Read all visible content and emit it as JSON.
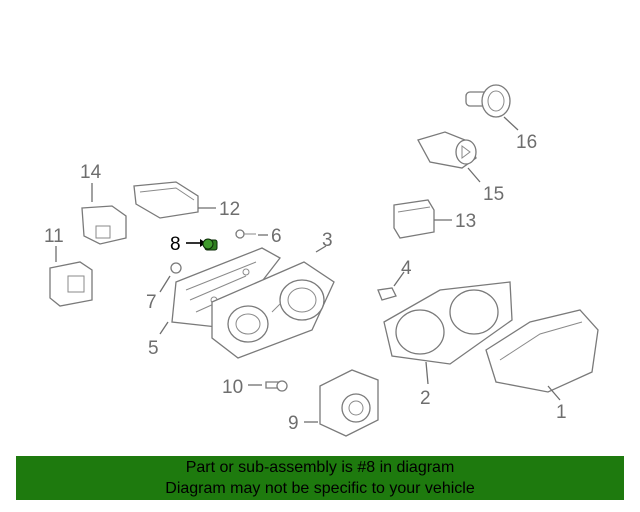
{
  "diagram": {
    "highlight_color": "#2e7d1f",
    "callouts": {
      "c1": "1",
      "c2": "2",
      "c3": "3",
      "c4": "4",
      "c5": "5",
      "c6": "6",
      "c7": "7",
      "c8": "8",
      "c9": "9",
      "c10": "10",
      "c11": "11",
      "c12": "12",
      "c13": "13",
      "c14": "14",
      "c15": "15",
      "c16": "16"
    }
  },
  "banner": {
    "background": "#1e7a0e",
    "line1": "Part or sub-assembly is #8 in diagram",
    "line2": "Diagram may not be specific to your vehicle"
  }
}
